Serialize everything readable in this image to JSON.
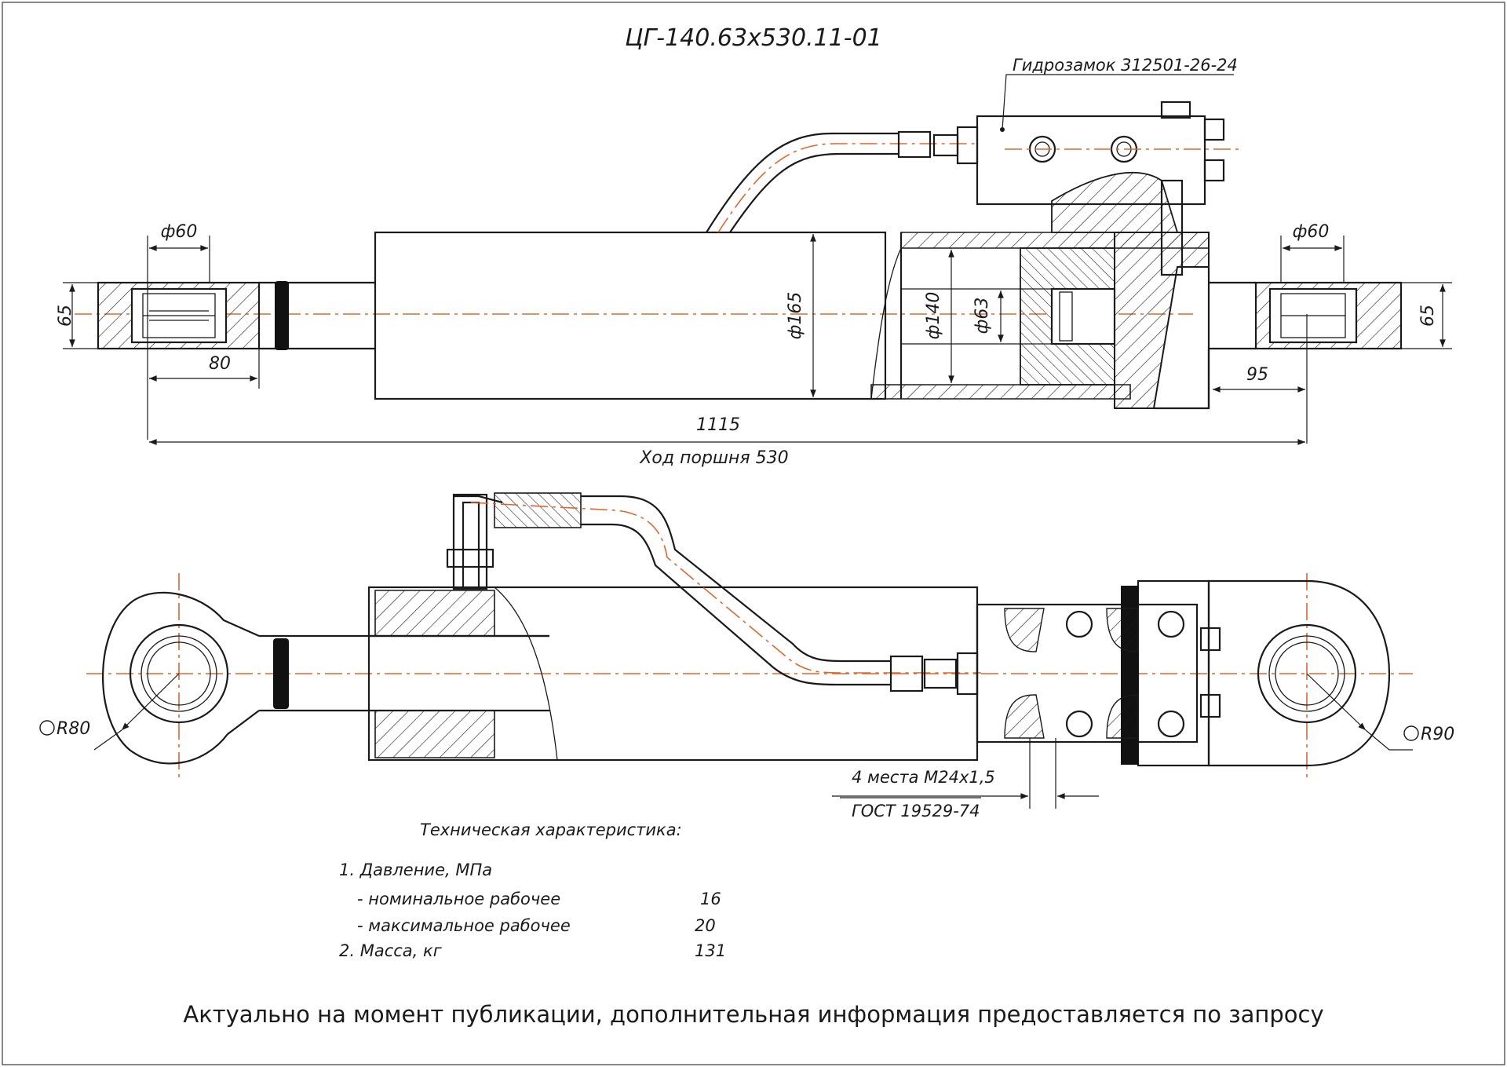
{
  "drawing": {
    "title": "ЦГ-140.63х530.11-01",
    "valve_label": "Гидрозамок 312501-26-24",
    "stroke_label": "Ход поршня 530",
    "port_label_1": "4 места М24х1,5",
    "port_label_2": "ГОСТ 19529-74",
    "footer": "Актуально на момент публикации, дополнительная информация предоставляется по запросу",
    "accent_axis_color": "#e0662e",
    "line_color": "#1a1a1a"
  },
  "dimensions": {
    "d60_left": "ф60",
    "d60_right": "ф60",
    "h65_left": "65",
    "h65_right": "65",
    "len80": "80",
    "len95": "95",
    "len1115": "1115",
    "d165": "ф165",
    "d140": "ф140",
    "d63": "ф63",
    "r80": "R80",
    "r90": "R90"
  },
  "specs": {
    "heading": "Техническая характеристика:",
    "rows": [
      {
        "label": "1. Давление, МПа",
        "value": ""
      },
      {
        "label": "- номинальное рабочее",
        "value": "16"
      },
      {
        "label": "- максимальное рабочее",
        "value": "20"
      },
      {
        "label": "2. Масса, кг",
        "value": "131"
      }
    ]
  }
}
